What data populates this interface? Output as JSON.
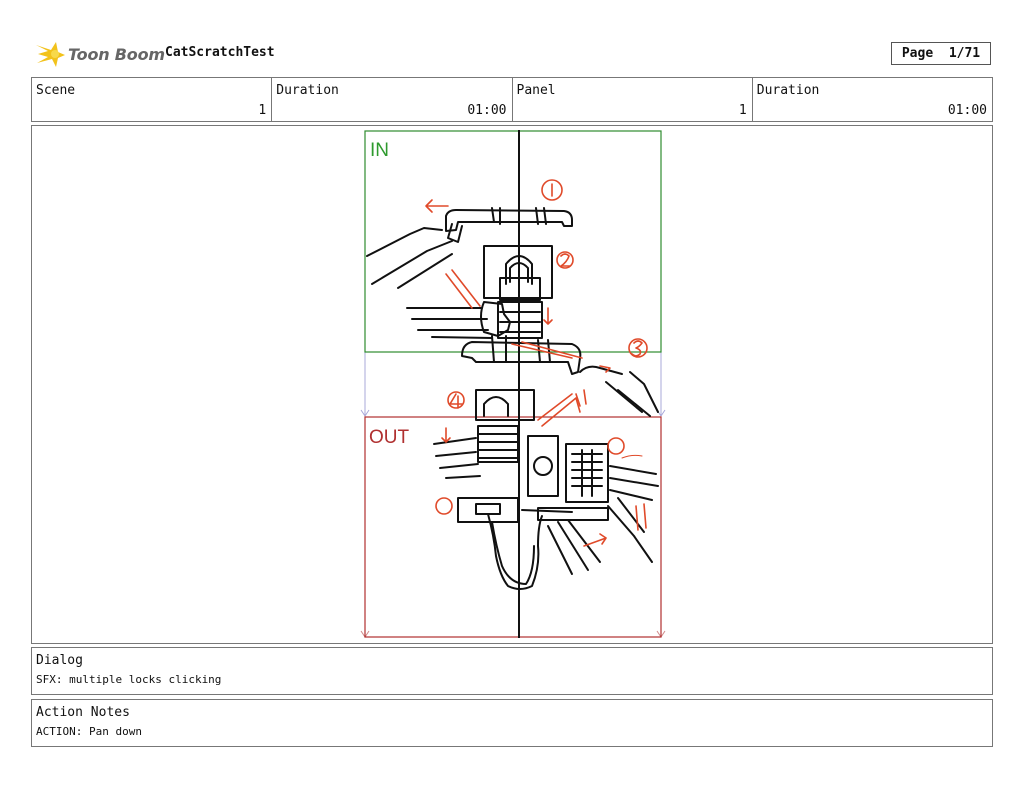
{
  "header": {
    "logo_text": "Toon Boom",
    "project_title": "CatScratchTest",
    "page_label": "Page",
    "page_value": "1/71"
  },
  "info": [
    {
      "label": "Scene",
      "value": "1"
    },
    {
      "label": "Duration",
      "value": "01:00"
    },
    {
      "label": "Panel",
      "value": "1"
    },
    {
      "label": "Duration",
      "value": "01:00"
    }
  ],
  "panel": {
    "frame_in_label": "IN",
    "frame_out_label": "OUT",
    "colors": {
      "in_frame": "#2e8b2e",
      "out_frame": "#b03030",
      "sketch_red": "#e04a2a",
      "sketch_black": "#111111"
    }
  },
  "dialog": {
    "label": "Dialog",
    "text": "SFX: multiple locks clicking"
  },
  "action_notes": {
    "label": "Action Notes",
    "text": "ACTION: Pan down"
  }
}
